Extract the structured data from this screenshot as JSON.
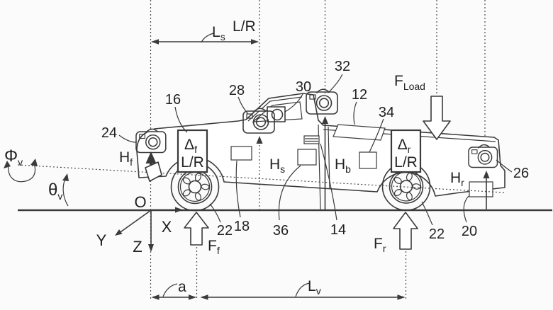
{
  "colors": {
    "line": "#3a3a3a",
    "text": "#222222",
    "background": "#fbfbfb"
  },
  "icons": {
    "camera": "camera-icon",
    "wheel": "wheel-icon",
    "load_force": "down-arrow-icon",
    "axle_force": "up-arrow-icon",
    "roll_rotation": "rotation-arc-icon",
    "pitch_rotation": "pitch-arc-icon"
  },
  "angles": {
    "roll": {
      "main": "Φ",
      "sub": "v"
    },
    "pitch": {
      "main": "θ",
      "sub": "v"
    }
  },
  "axes": {
    "origin": "O",
    "x": "X",
    "y": "Y",
    "z": "Z"
  },
  "heights": {
    "front": {
      "main": "H",
      "sub": "f"
    },
    "sensor": {
      "main": "H",
      "sub": "s"
    },
    "body": {
      "main": "H",
      "sub": "b"
    },
    "rear": {
      "main": "H",
      "sub": "r"
    }
  },
  "forces": {
    "front": {
      "main": "F",
      "sub": "f"
    },
    "rear": {
      "main": "F",
      "sub": "r"
    },
    "load": {
      "main": "F",
      "sub": "Load"
    }
  },
  "dimensions": {
    "sensor_span": {
      "main": "L",
      "sub": "s",
      "suffix": "L/R"
    },
    "front_offset": {
      "main": "a"
    },
    "wheelbase": {
      "main": "L",
      "sub": "v"
    }
  },
  "delta_boxes": {
    "front": {
      "line1_main": "Δ",
      "line1_sub": "f",
      "line2": "L/R"
    },
    "rear": {
      "line1_main": "Δ",
      "line1_sub": "r",
      "line2": "L/R"
    }
  },
  "reference_numerals": {
    "vehicle": "12",
    "frame": "14",
    "body_front": "16",
    "sensor_18": "18",
    "rear_20": "20",
    "wheel_front": "22",
    "wheel_rear": "22",
    "camera_front": "24",
    "camera_rear": "26",
    "camera_cab": "28",
    "sensor_30": "30",
    "camera_roof": "32",
    "sensor_34": "34",
    "sensor_36": "36"
  }
}
